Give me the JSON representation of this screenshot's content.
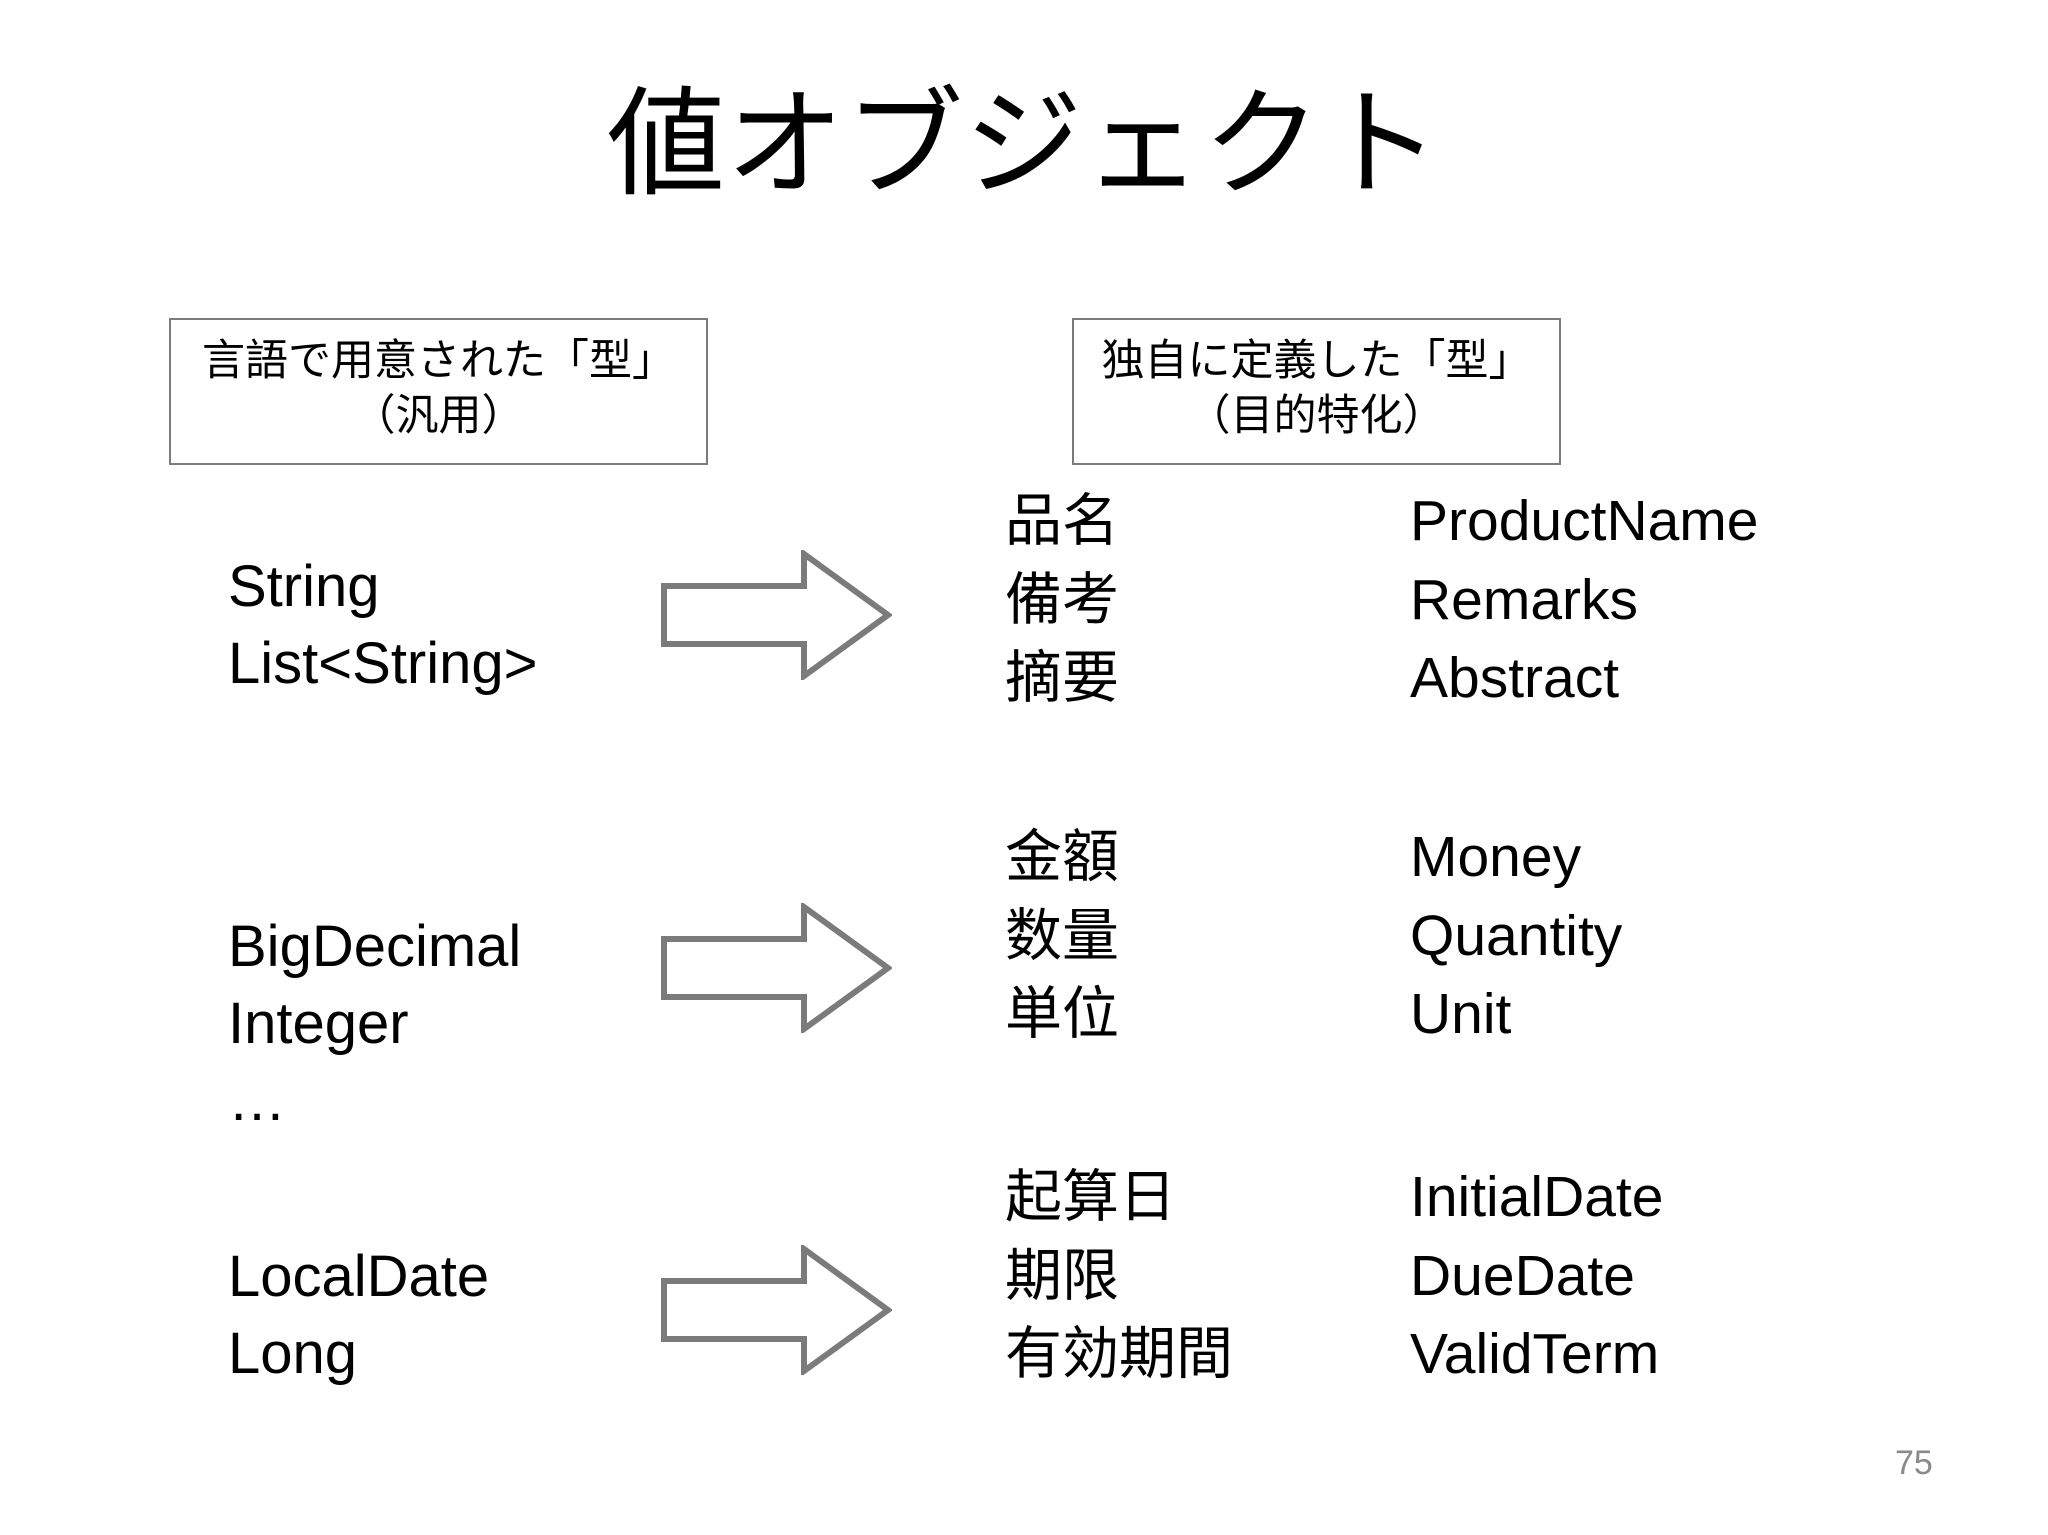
{
  "slide": {
    "title": "値オブジェクト",
    "page_number": "75",
    "accent_color": "#7b7b7b",
    "text_color": "#000000",
    "background_color": "#ffffff",
    "page_number_color": "#8a8a8a"
  },
  "headers": {
    "left": {
      "line1": "言語で用意された「型」",
      "line2": "（汎用）"
    },
    "right": {
      "line1": "独自に定義した「型」",
      "line2": "（目的特化）"
    }
  },
  "groups": [
    {
      "generic_types": [
        "String",
        "List<String>"
      ],
      "arrow_icon": "right-block-arrow-icon",
      "domain_types": [
        {
          "ja": "品名",
          "en": "ProductName"
        },
        {
          "ja": "備考",
          "en": "Remarks"
        },
        {
          "ja": "摘要",
          "en": "Abstract"
        }
      ]
    },
    {
      "generic_types": [
        "BigDecimal",
        "Integer",
        "…"
      ],
      "arrow_icon": "right-block-arrow-icon",
      "domain_types": [
        {
          "ja": "金額",
          "en": "Money"
        },
        {
          "ja": "数量",
          "en": "Quantity"
        },
        {
          "ja": "単位",
          "en": "Unit"
        }
      ]
    },
    {
      "generic_types": [
        "LocalDate",
        "Long"
      ],
      "arrow_icon": "right-block-arrow-icon",
      "domain_types": [
        {
          "ja": "起算日",
          "en": "InitialDate"
        },
        {
          "ja": "期限",
          "en": "DueDate"
        },
        {
          "ja": "有効期間",
          "en": "ValidTerm"
        }
      ]
    }
  ]
}
